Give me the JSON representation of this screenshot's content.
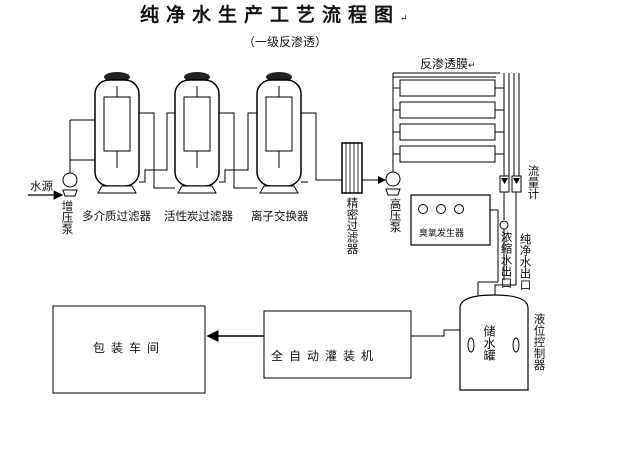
{
  "title": "纯净水生产工艺流程图",
  "title_mark": "↵",
  "subtitle": "（一级反渗透）",
  "labels": {
    "membrane": "反渗透膜",
    "membrane_mark": "↵",
    "water_source": "水源",
    "booster_pump": "增压泵",
    "filter_multi": "多介质过滤器",
    "filter_carbon": "活性炭过滤器",
    "ion_exchanger": "离子交换器",
    "precision_filter": "精密过滤器",
    "high_pressure_pump": "高压泵",
    "ozone_generator": "臭氧发生器",
    "flow_meter": "流量计",
    "concentrate_outlet": "浓缩水出口",
    "pure_water_outlet": "纯净水出口",
    "storage_tank": "储水罐",
    "level_control": "液位控制器",
    "filling_machine": "全自动灌装机",
    "packaging_workshop": "包装车间"
  }
}
